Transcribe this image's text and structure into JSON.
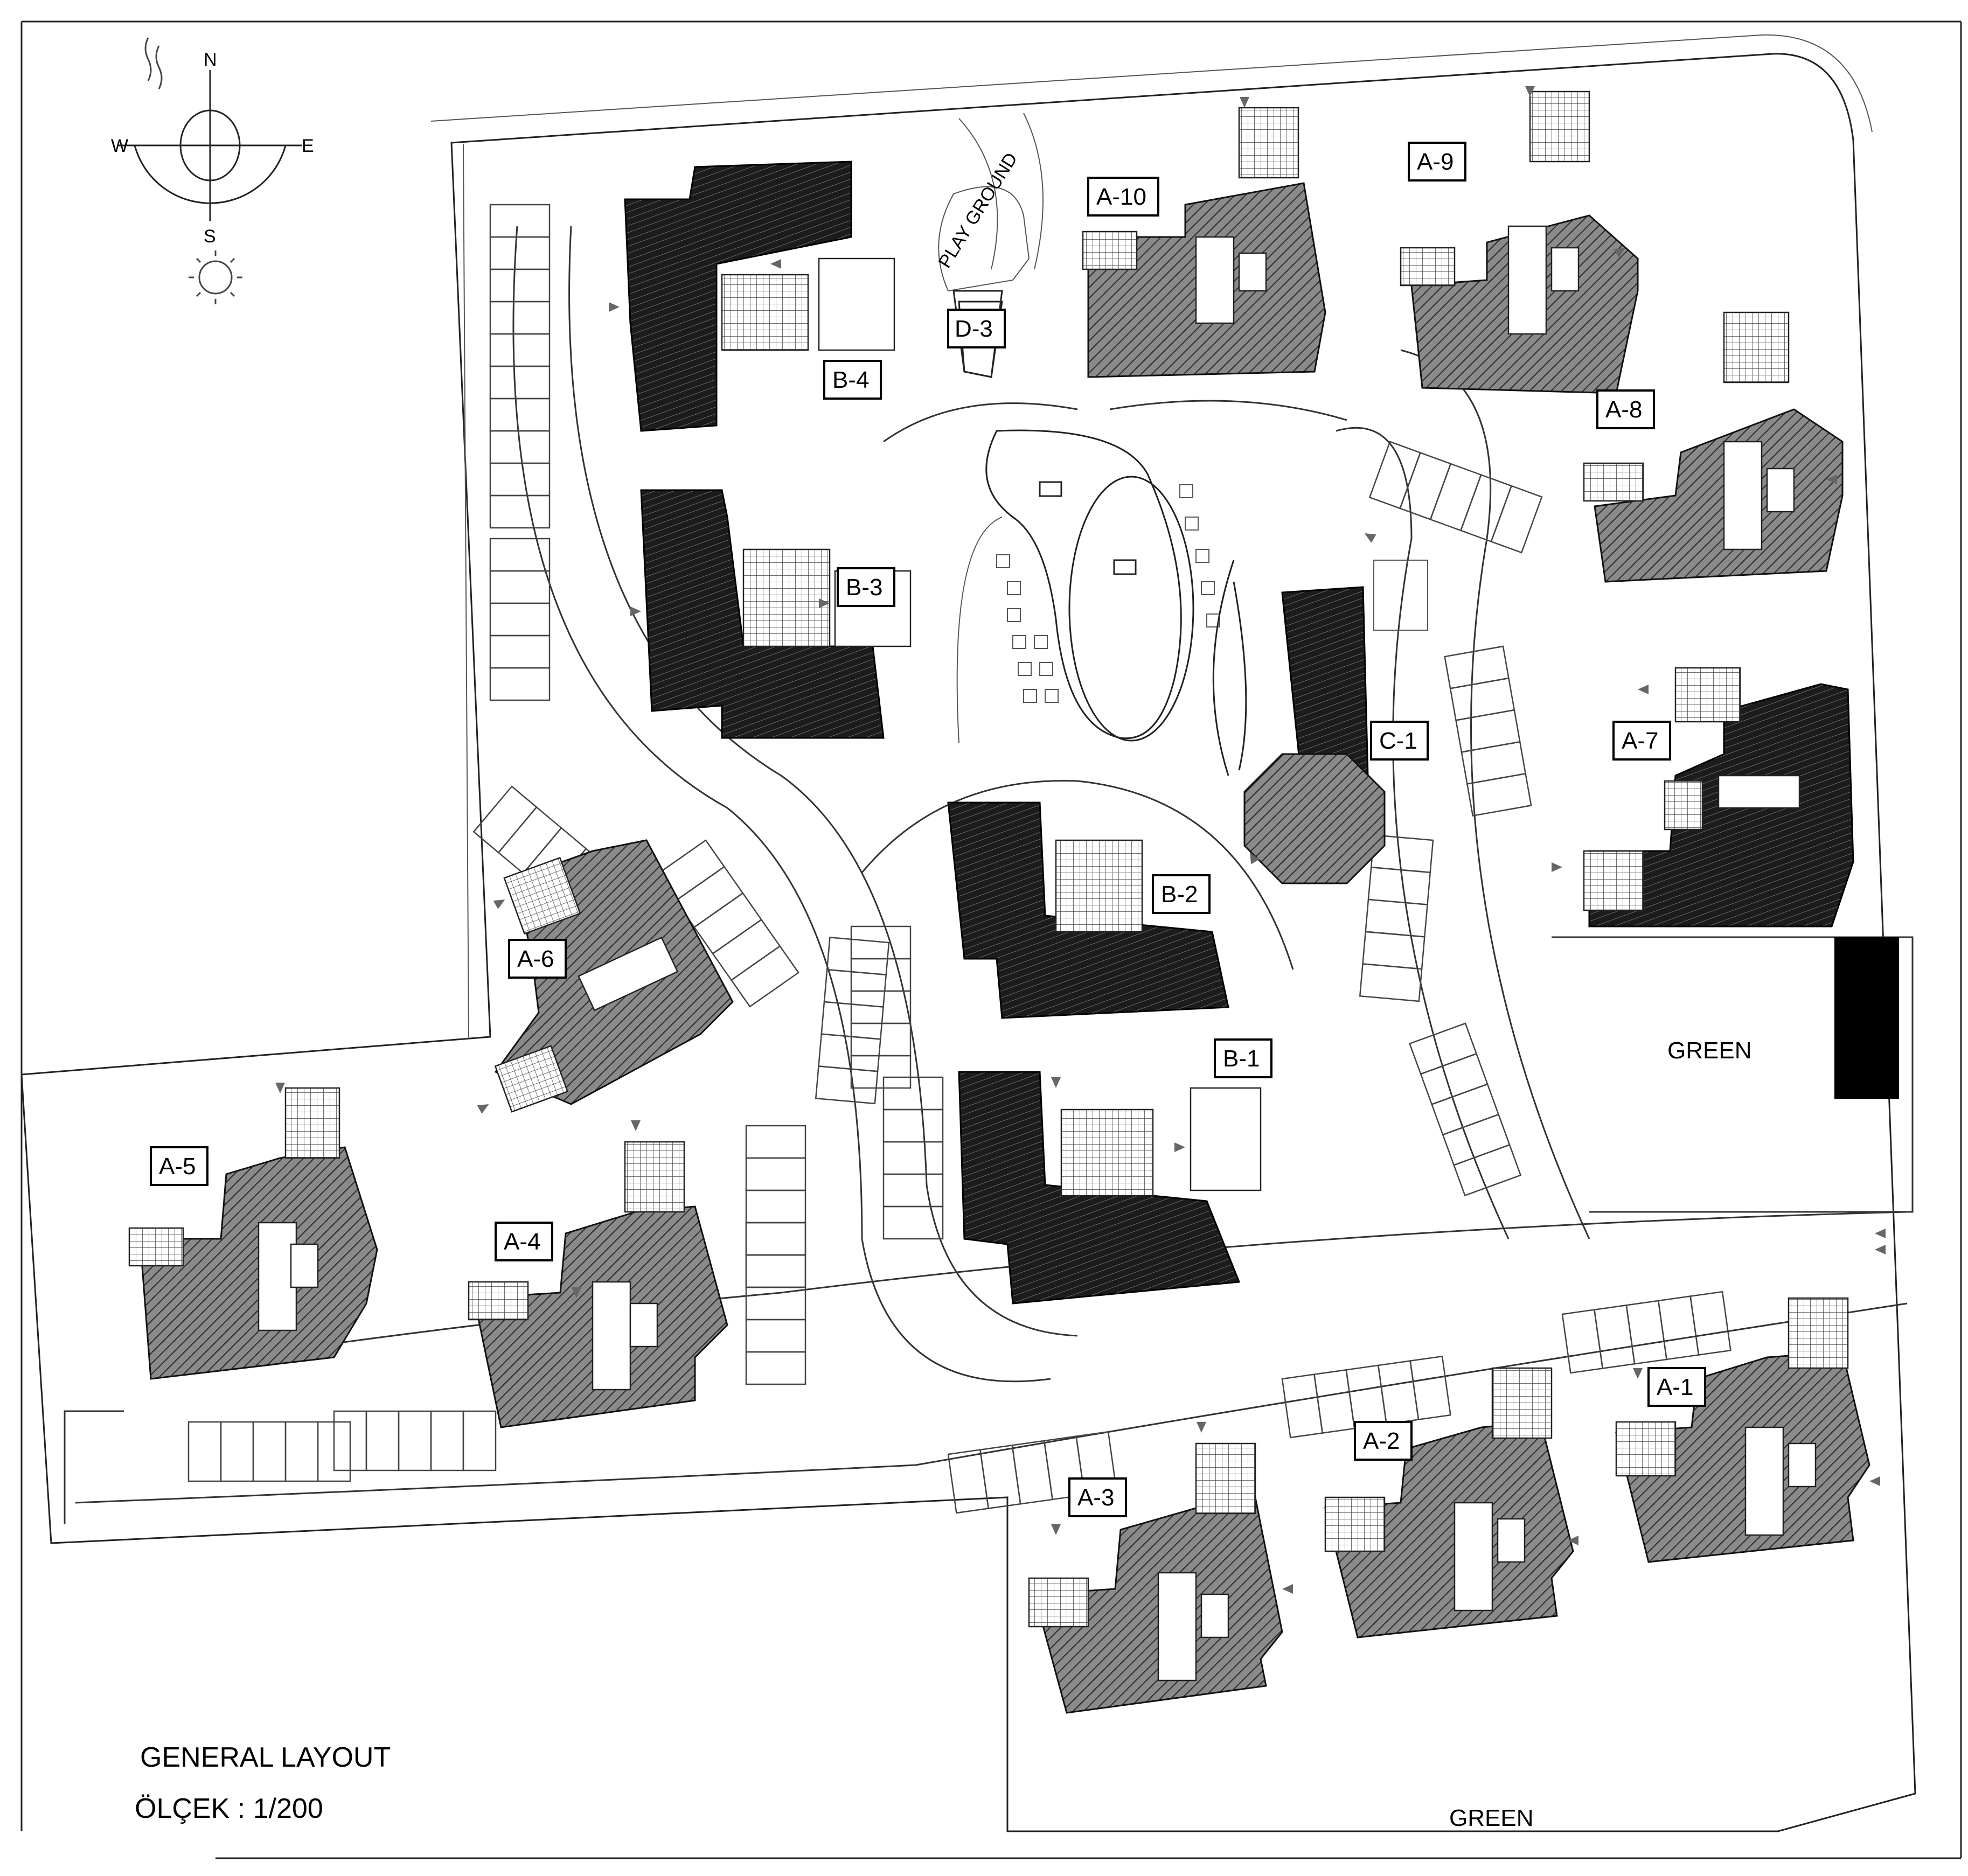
{
  "compass": {
    "north": "N",
    "south": "S",
    "east": "E",
    "west": "W"
  },
  "buildings": {
    "a1": "A-1",
    "a2": "A-2",
    "a3": "A-3",
    "a4": "A-4",
    "a5": "A-5",
    "a6": "A-6",
    "a7": "A-7",
    "a8": "A-8",
    "a9": "A-9",
    "a10": "A-10",
    "b1": "B-1",
    "b2": "B-2",
    "b3": "B-3",
    "b4": "B-4",
    "c1": "C-1",
    "d3": "D-3"
  },
  "labels": {
    "play_ground": "PLAY GROUND",
    "green_east": "GREEN",
    "green_south": "GREEN"
  },
  "title": {
    "heading": "GENERAL LAYOUT",
    "scale": "ÖLÇEK : 1/200"
  },
  "colors": {
    "ink": "#000000",
    "roof_grey": "#7a7a7a",
    "roof_dark": "#1a1a1a",
    "paper": "#ffffff"
  }
}
